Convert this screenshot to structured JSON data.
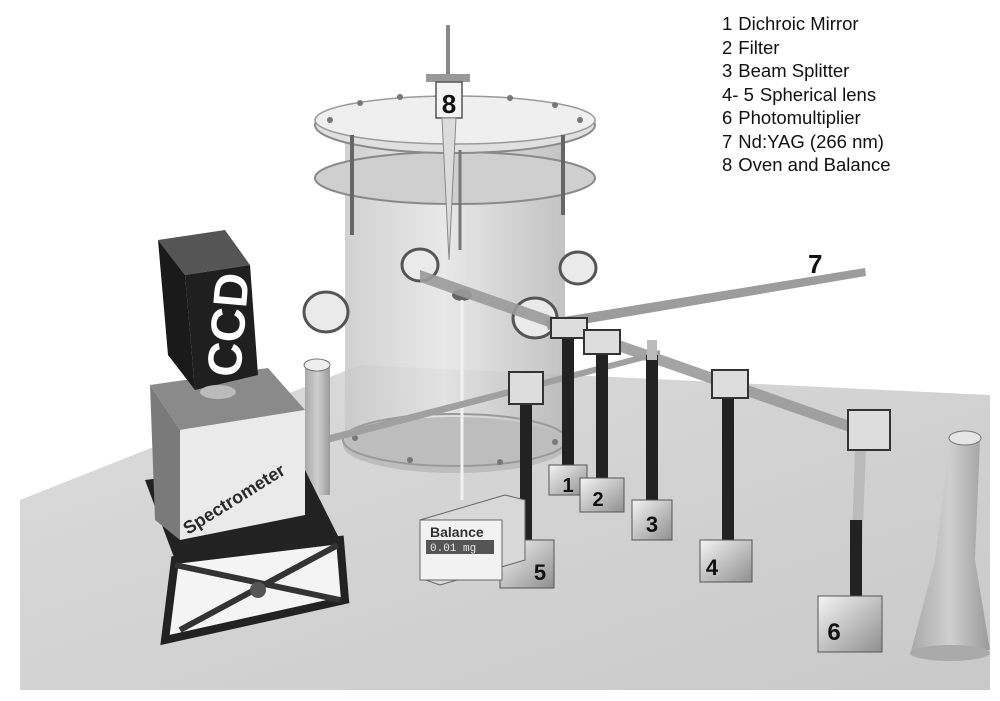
{
  "legend": [
    {
      "number": "1",
      "label": "Dichroic Mirror"
    },
    {
      "number": "2",
      "label": "Filter"
    },
    {
      "number": "3",
      "label": "Beam Splitter"
    },
    {
      "number": "4- 5",
      "label": "Spherical lens"
    },
    {
      "number": "6",
      "label": "Photomultiplier"
    },
    {
      "number": "7",
      "label": "Nd:YAG (266 nm)"
    },
    {
      "number": "8",
      "label": "Oven and Balance"
    }
  ],
  "labels": {
    "ccd": "CCD",
    "spectrometer": "Spectrometer",
    "balance_title": "Balance",
    "balance_reading": "0.01 mg",
    "beam_number": "7",
    "oven_number": "8",
    "stand_1": "1",
    "stand_2": "2",
    "stand_3": "3",
    "stand_4": "4",
    "stand_5": "5",
    "stand_6": "6"
  }
}
